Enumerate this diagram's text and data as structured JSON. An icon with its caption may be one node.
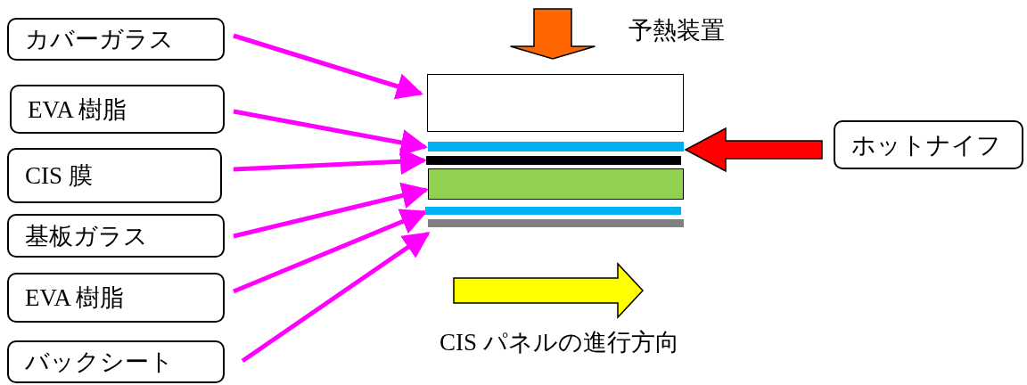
{
  "diagram": {
    "nodes": [
      {
        "text": [
          "カバーガラス"
        ]
      },
      {
        "text": [
          "EVA 樹脂"
        ]
      },
      {
        "text": [
          "CIS 膜"
        ]
      },
      {
        "text": [
          "基板ガラス"
        ]
      },
      {
        "text": [
          "EVA 樹脂"
        ]
      },
      {
        "text": [
          "バックシート"
        ]
      },
      {
        "text": [],
        "shape": "box"
      },
      {
        "text": [],
        "shape": "bar"
      },
      {
        "text": [],
        "shape": "bar"
      },
      {
        "text": [],
        "shape": "box"
      },
      {
        "text": [],
        "shape": "bar"
      },
      {
        "text": [],
        "shape": "bar"
      },
      {
        "text": [
          "ホットナイフ"
        ]
      }
    ],
    "edges": [
      {
        "from": 0,
        "to": 6,
        "arrow": "to"
      },
      {
        "from": 1,
        "to": 7,
        "arrow": "to"
      },
      {
        "from": 2,
        "to": 8,
        "arrow": "to"
      },
      {
        "from": 3,
        "to": 9,
        "arrow": "to"
      },
      {
        "from": 4,
        "to": 10,
        "arrow": "to"
      },
      {
        "from": 5,
        "to": 11,
        "arrow": "to"
      },
      {
        "from": 12,
        "to": 7,
        "arrow": "to",
        "style": "thick",
        "color": "#ff0000"
      },
      {
        "from": null,
        "to": 6,
        "arrow": "to",
        "style": "thick",
        "color": "#ff6600"
      }
    ],
    "labels": [
      "予熱装置",
      "CIS パネルの進行方向"
    ]
  }
}
